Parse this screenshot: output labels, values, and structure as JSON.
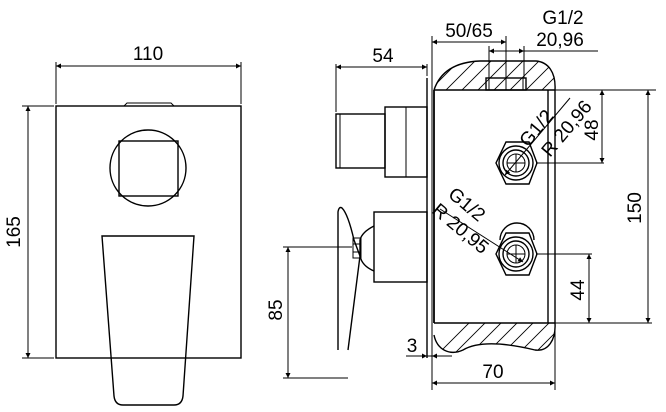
{
  "drawing": {
    "type": "technical-dimension-drawing",
    "subject": "concealed shower mixer with diverter",
    "line_color": "#000000",
    "background": "#ffffff"
  },
  "front_view": {
    "width_label": "110",
    "height_label": "165"
  },
  "side_view": {
    "projection_label": "54",
    "lever_height_label": "85",
    "wall_offset_label": "3"
  },
  "body_section": {
    "depth_range_label": "50/65",
    "top_thread_label": "G1/2",
    "top_thread_size_label": "20,96",
    "upper_port_thread_label": "G1/2",
    "upper_port_size_label": "R 20,96",
    "lower_port_thread_label": "G1/2",
    "lower_port_size_label": "R 20,95",
    "upper_port_offset_label": "48",
    "total_height_label": "150",
    "lower_port_offset_label": "44",
    "body_depth_label": "70"
  }
}
